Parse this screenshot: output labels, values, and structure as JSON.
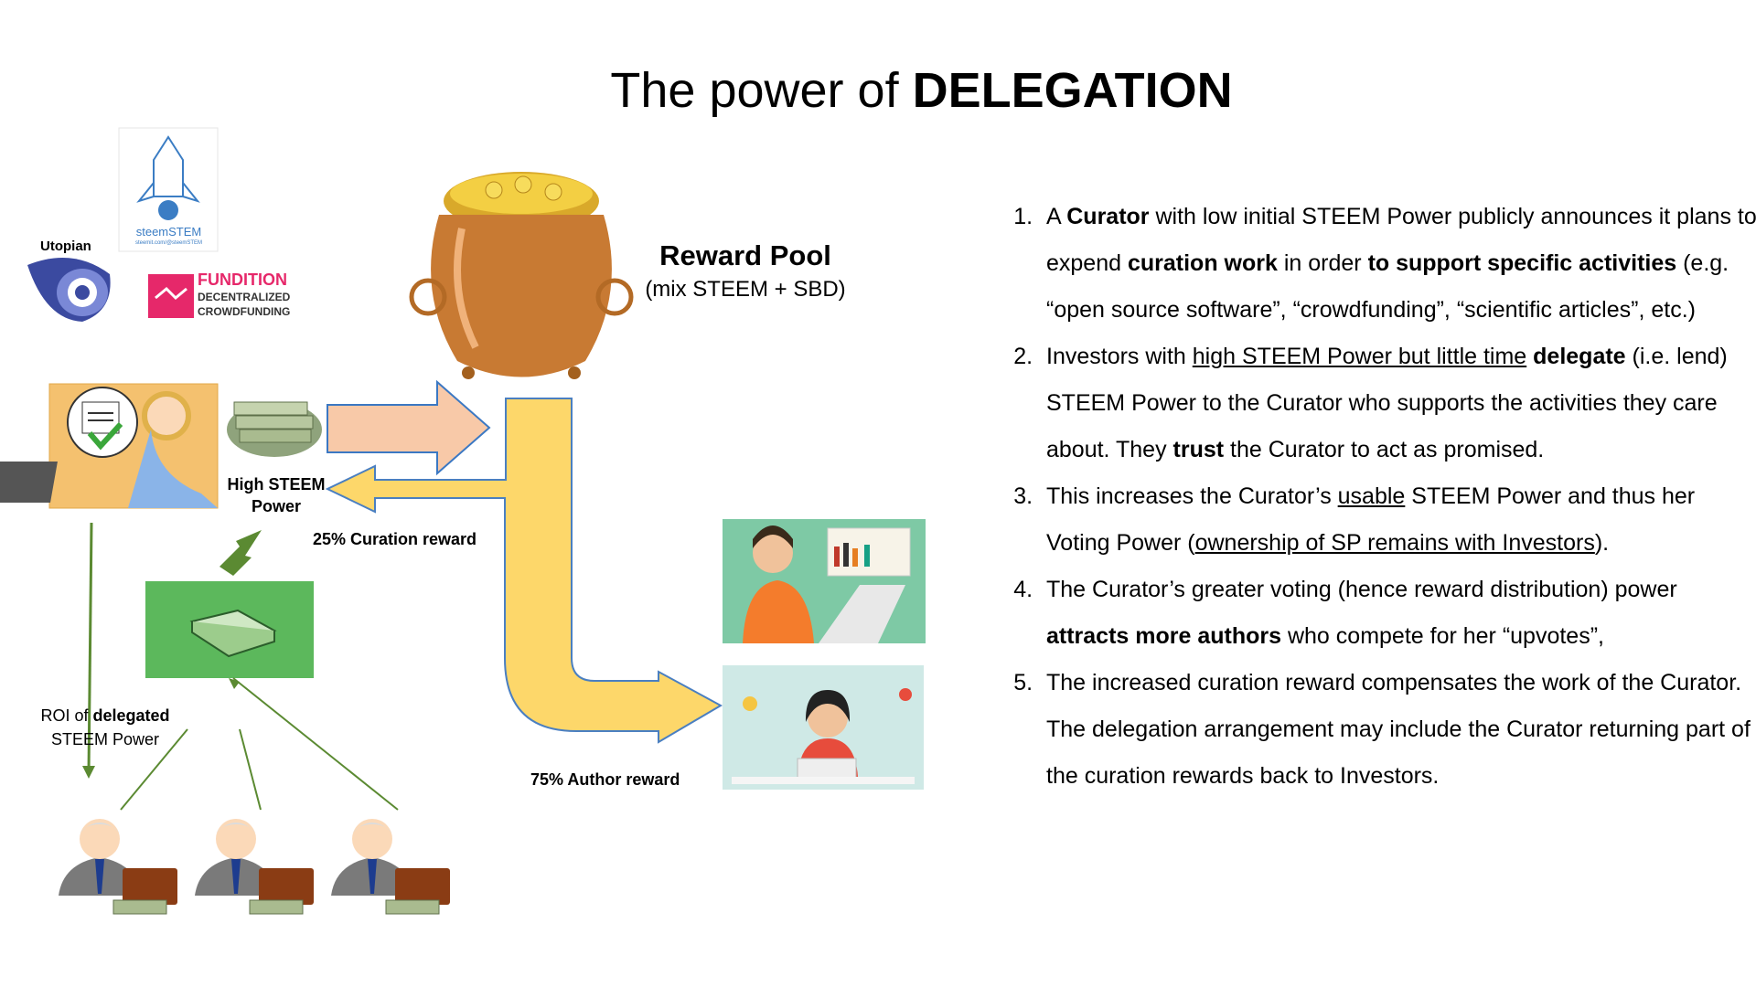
{
  "title": {
    "plain": "The power of ",
    "bold": "DELEGATION"
  },
  "reward_pool": {
    "title": "Reward Pool",
    "subtitle": "(mix STEEM + SBD)"
  },
  "logos": {
    "utopian": "Utopian",
    "steemstem": "steemSTEM",
    "steemstem_url": "steemit.com/@steemSTEM",
    "fundition": "FUNDITION",
    "fundition_sub1": "DECENTRALIZED",
    "fundition_sub2": "CROWDFUNDING"
  },
  "labels": {
    "high_sp_line1": "High STEEM",
    "high_sp_line2": "Power",
    "curation_reward": "25% Curation reward",
    "author_reward": "75% Author reward",
    "roi_prefix": "ROI of ",
    "roi_bold": "delegated",
    "roi_line2": "STEEM Power"
  },
  "steps": [
    [
      {
        "t": "A "
      },
      {
        "t": "Curator",
        "b": true
      },
      {
        "t": " with low initial STEEM Power publicly announces it plans to expend "
      },
      {
        "t": "curation work",
        "b": true
      },
      {
        "t": " in order "
      },
      {
        "t": "to support specific activities",
        "b": true
      },
      {
        "t": " (e.g. “open source software”, “crowdfunding”, “scientific articles”, etc.)"
      }
    ],
    [
      {
        "t": "Investors with "
      },
      {
        "t": "high STEEM Power but little time",
        "u": true
      },
      {
        "t": " "
      },
      {
        "t": "delegate",
        "b": true
      },
      {
        "t": " (i.e. lend) STEEM Power to the Curator who supports the activities they care about. They "
      },
      {
        "t": "trust",
        "b": true
      },
      {
        "t": " the Curator to act as promised."
      }
    ],
    [
      {
        "t": "This increases the Curator’s "
      },
      {
        "t": "usable",
        "u": true
      },
      {
        "t": " STEEM Power and thus her Voting Power ("
      },
      {
        "t": "ownership of SP remains with Investors",
        "u": true
      },
      {
        "t": ")."
      }
    ],
    [
      {
        "t": "The Curator’s greater voting (hence reward distribution) power "
      },
      {
        "t": "attracts more authors",
        "b": true
      },
      {
        "t": " who compete for her “upvotes”,"
      }
    ],
    [
      {
        "t": "The increased curation reward compensates the work of the Curator. The delegation arrangement may include the Curator returning part of the curation rewards back to Investors."
      }
    ]
  ],
  "colors": {
    "arrow_in": "#f8c9a8",
    "arrow_in_stroke": "#3b78c3",
    "flow": "#fdd76a",
    "flow_stroke": "#4a7fc1",
    "green": "#5b8a32",
    "money_box": "#5cb85c",
    "fundition": "#e6286a",
    "utopian": "#3b4aa0"
  },
  "icons": [
    "gold-pot-icon",
    "curator-woman-icon",
    "money-stack-icon",
    "investor-icon",
    "author-man-icon",
    "author-woman-icon",
    "utopian-eye-icon",
    "steemstem-rocket-icon",
    "fundition-handshake-icon"
  ]
}
